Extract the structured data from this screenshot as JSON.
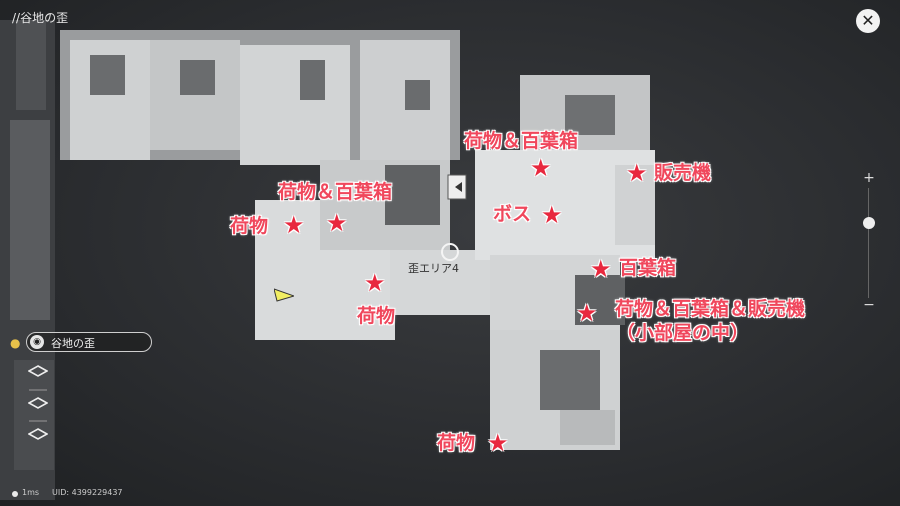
{
  "header": {
    "area_title": "//谷地の歪",
    "close_icon": "close-icon"
  },
  "map": {
    "area_label": "歪エリア4",
    "annotations": [
      {
        "id": "a1",
        "text": "荷物＆百葉箱"
      },
      {
        "id": "a2",
        "text": "販売機"
      },
      {
        "id": "a3",
        "text": "荷物＆百葉箱"
      },
      {
        "id": "a4",
        "text": "荷物"
      },
      {
        "id": "a5",
        "text": "ボス"
      },
      {
        "id": "a6",
        "text": "百葉箱"
      },
      {
        "id": "a7",
        "text": "荷物"
      },
      {
        "id": "a8",
        "text": "荷物＆百葉箱＆販売機"
      },
      {
        "id": "a9",
        "text": "（小部屋の中）"
      },
      {
        "id": "a10",
        "text": "荷物"
      }
    ],
    "star_glyph": "★",
    "marker_color": "#e8283e"
  },
  "zoom": {
    "in_label": "+",
    "out_label": "−"
  },
  "location": {
    "label": "谷地の歪",
    "pin_icon": "location-pin-icon"
  },
  "status": {
    "ping": "1ms",
    "uid": "UID: 4399229437"
  }
}
